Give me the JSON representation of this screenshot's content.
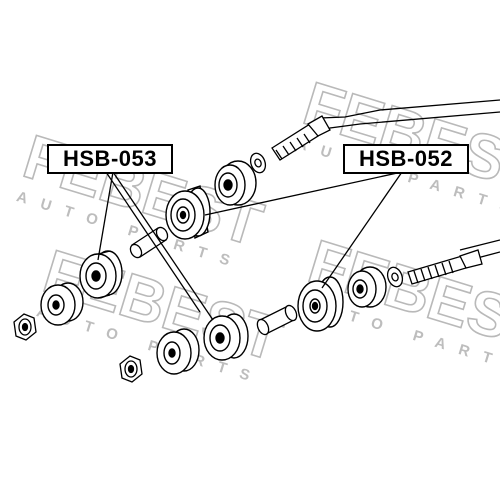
{
  "labels": {
    "left": "HSB-053",
    "right": "HSB-052"
  },
  "watermark": {
    "brand": "FEBEST",
    "tagline": "AUTO PARTS"
  },
  "colors": {
    "ink": "#000000",
    "watermark": "#b4b4b4",
    "background": "#ffffff"
  }
}
